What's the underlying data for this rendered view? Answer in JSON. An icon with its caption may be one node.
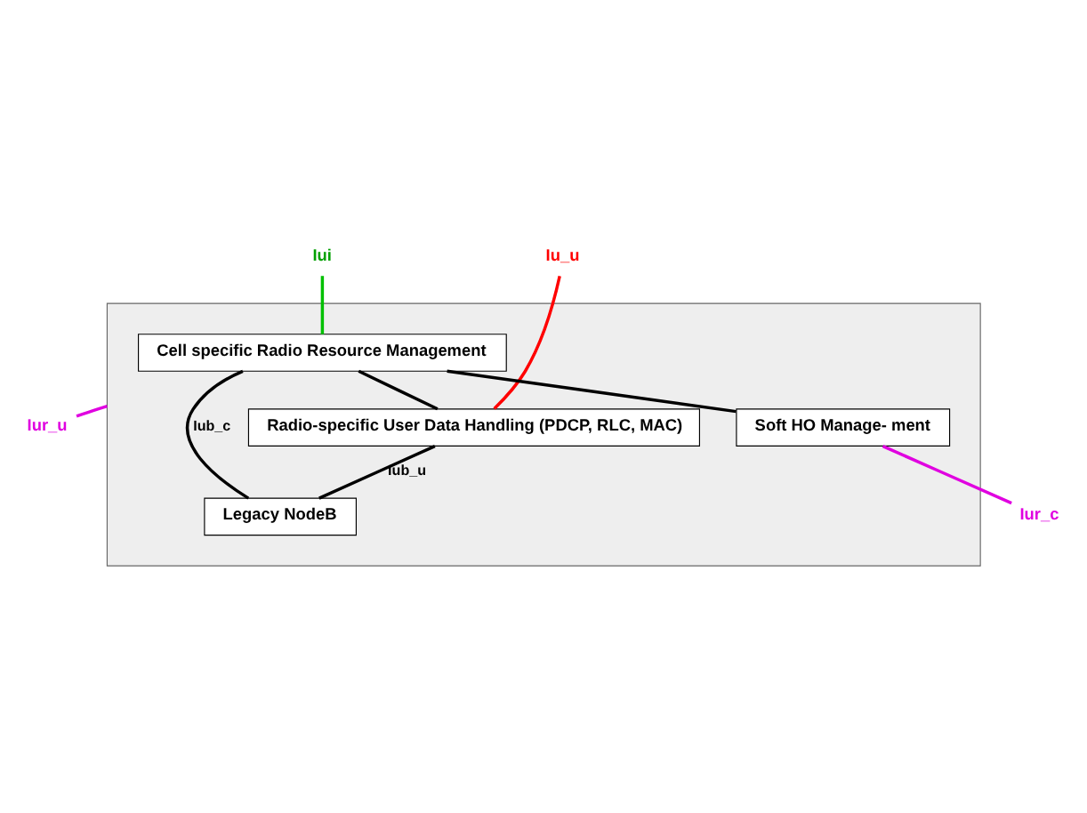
{
  "diagram": {
    "nodes": [
      {
        "text": [
          "Iui"
        ]
      },
      {
        "text": [
          "Iu_u"
        ]
      },
      {
        "text": [],
        "shape": "box"
      },
      {
        "text": [
          "Cell specific Radio Resource Management"
        ],
        "in": 2
      },
      {
        "text": [
          "Soft HO Manage- ment"
        ],
        "in": 2
      },
      {
        "text": [
          "Iur_c"
        ]
      },
      {
        "text": [
          "Radio-specific User Data Handling (PDCP, RLC, MAC)"
        ],
        "in": 2
      },
      {
        "text": [
          "Iur_u"
        ]
      },
      {
        "text": [
          "Legacy NodeB"
        ],
        "in": 2
      }
    ],
    "edges": [
      {
        "from": 0,
        "to": 3,
        "arrow": "none",
        "color": "#00c000"
      },
      {
        "from": 1,
        "to": 6,
        "arrow": "none",
        "color": "#ff0000"
      },
      {
        "from": 3,
        "to": 4,
        "arrow": "none"
      },
      {
        "from": 3,
        "to": 6,
        "arrow": "none"
      },
      {
        "from": 4,
        "to": 5,
        "arrow": "none",
        "color": "#e000e0"
      },
      {
        "from": 2,
        "to": 7,
        "arrow": "none",
        "color": "#e000e0"
      },
      {
        "from": 3,
        "to": 8,
        "arrow": "none",
        "label": "Iub_c"
      },
      {
        "from": 6,
        "to": 8,
        "arrow": "none",
        "label": "Iub_u"
      }
    ]
  }
}
